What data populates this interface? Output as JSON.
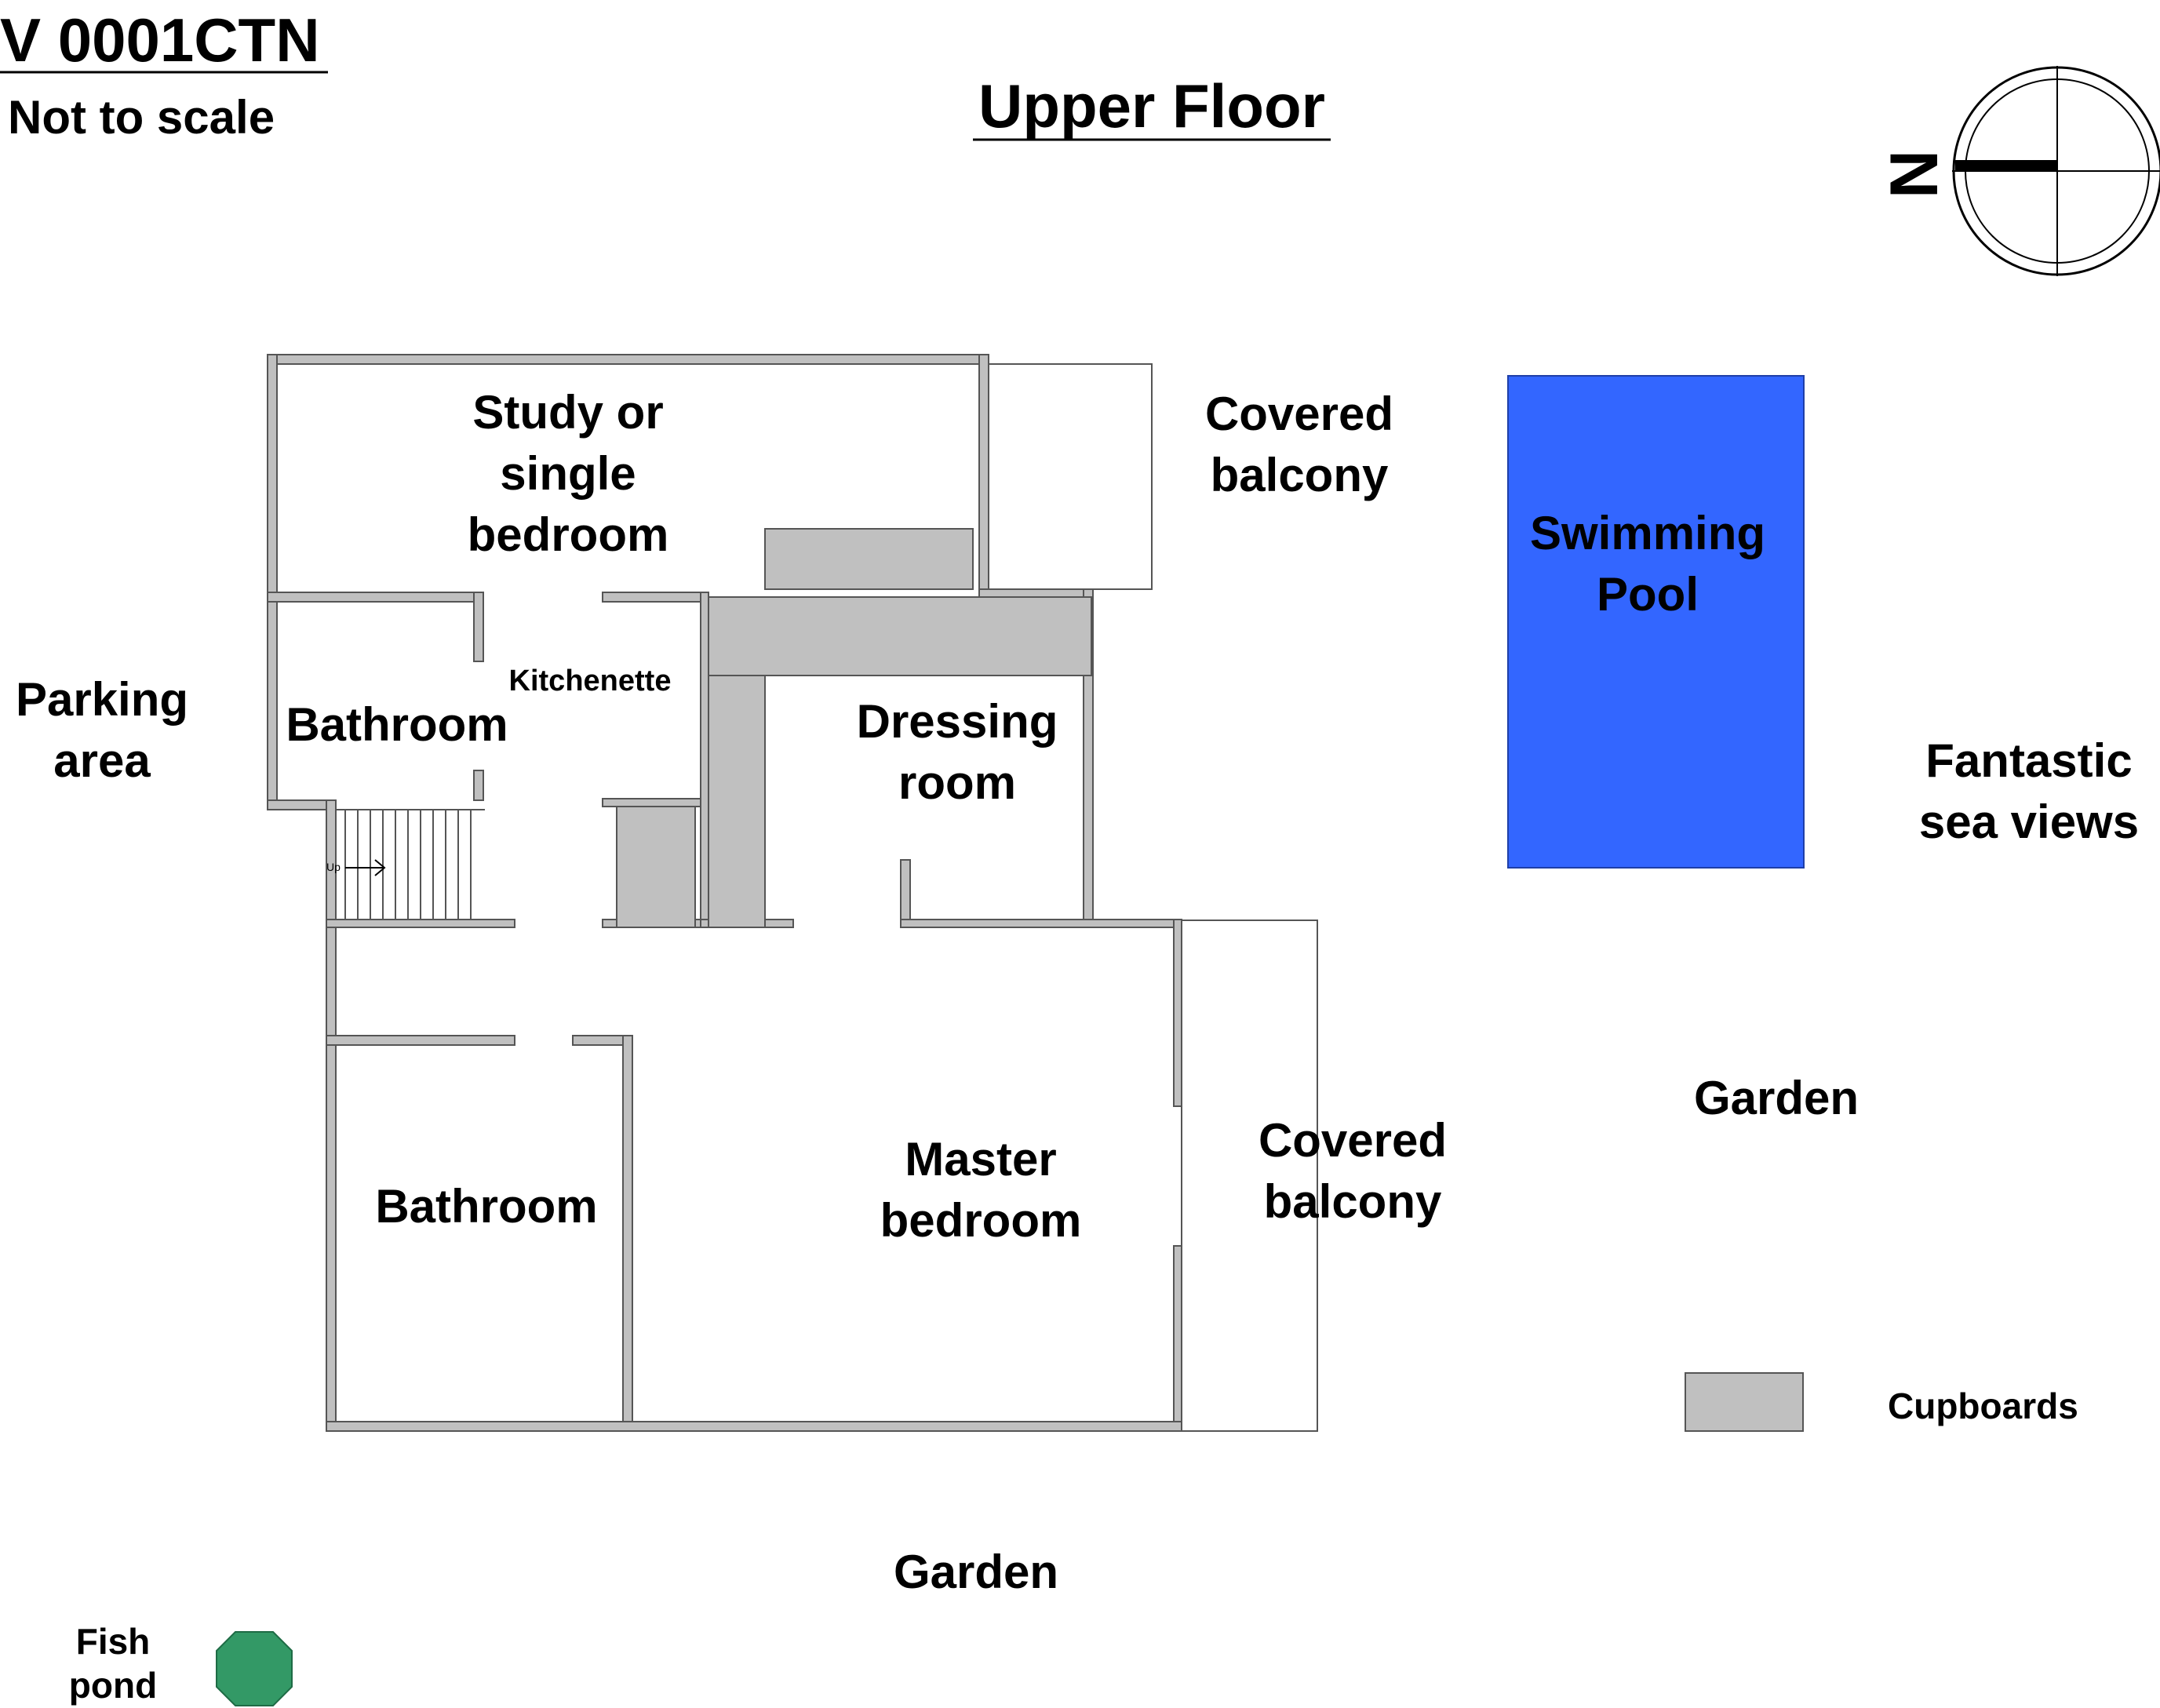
{
  "header": {
    "ref": "V 0001CTN",
    "scale_note": "Not to scale",
    "floor_title": "Upper Floor"
  },
  "compass": {
    "north_label": "N"
  },
  "colors": {
    "wall": "#c0c0c0",
    "wall_line": "#555555",
    "cupboard": "#c0c0c0",
    "pool": "#3366ff",
    "pond": "#339966"
  },
  "rooms": {
    "study": [
      "Study or",
      "single",
      "bedroom"
    ],
    "bathroom_upper": "Bathroom",
    "kitchenette": "Kitchenette",
    "dressing": [
      "Dressing",
      "room"
    ],
    "bathroom_lower": "Bathroom",
    "master": [
      "Master",
      "bedroom"
    ],
    "stair_label": "Up"
  },
  "surroundings": {
    "parking": [
      "Parking",
      "area"
    ],
    "covered_balcony_top": [
      "Covered",
      "balcony"
    ],
    "covered_balcony_right": [
      "Covered",
      "balcony"
    ],
    "pool": [
      "Swimming",
      "Pool"
    ],
    "sea_views": [
      "Fantastic",
      "sea views"
    ],
    "garden_right": "Garden",
    "garden_bottom": "Garden",
    "fish_pond": [
      "Fish",
      "pond"
    ]
  },
  "legend": {
    "cupboards": "Cupboards"
  }
}
